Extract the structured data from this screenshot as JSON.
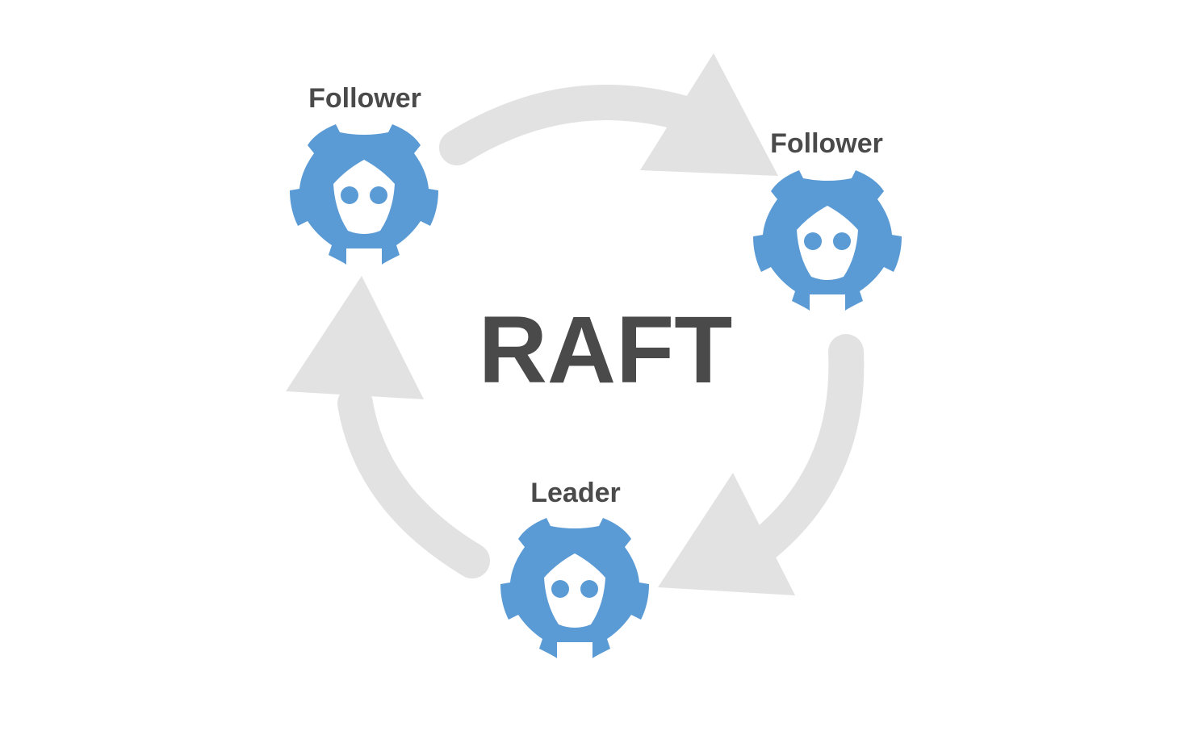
{
  "diagram": {
    "title": "RAFT",
    "nodes": [
      {
        "id": "top-left",
        "label": "Follower"
      },
      {
        "id": "right",
        "label": "Follower"
      },
      {
        "id": "bottom",
        "label": "Leader"
      }
    ]
  },
  "colors": {
    "gear": "#5b9bd5",
    "arrow": "#e2e2e2",
    "text": "#4a4a4a",
    "background": "#ffffff"
  },
  "icons": {
    "node_icon": "etcd-gear-icon",
    "cycle_arrow": "cycle-arrow"
  }
}
